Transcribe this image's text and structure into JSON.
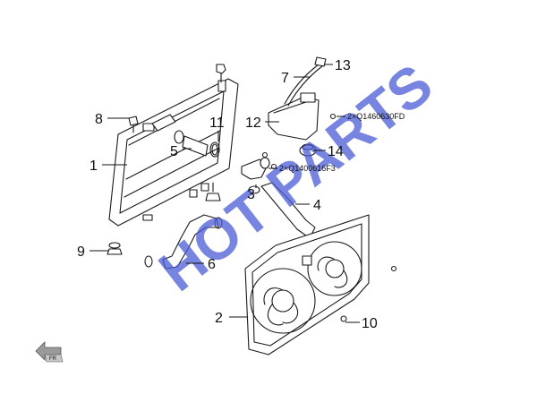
{
  "diagram": {
    "callouts": {
      "c1": "1",
      "c2": "2",
      "c3": "3",
      "c4": "4",
      "c5": "5",
      "c6": "6",
      "c7": "7",
      "c8": "8",
      "c9": "9",
      "c10": "10",
      "c11": "11",
      "c12": "12",
      "c13": "13",
      "c14": "14"
    },
    "notes": {
      "reservoir_bolts": "2×Q1460630FD",
      "outlet_bolts": "2×Q1400616F3"
    },
    "watermark": "HOT PARTS",
    "front_marker": "FR"
  },
  "colors": {
    "line": "#1a1a1a",
    "watermark": "#4a5bd6",
    "background": "#ffffff"
  }
}
